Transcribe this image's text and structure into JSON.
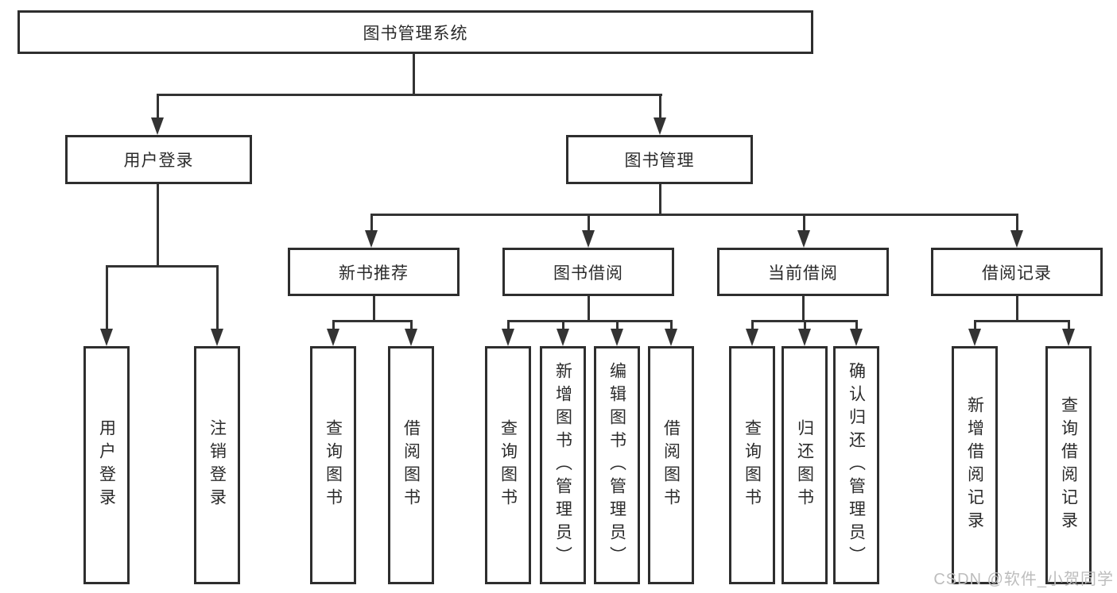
{
  "diagram": {
    "title": "图书管理系统",
    "type": "hierarchy-tree",
    "tree": {
      "label": "图书管理系统",
      "children": [
        {
          "label": "用户登录",
          "children": [
            {
              "label": "用户登录"
            },
            {
              "label": "注销登录"
            }
          ]
        },
        {
          "label": "图书管理",
          "children": [
            {
              "label": "新书推荐",
              "children": [
                {
                  "label": "查询图书"
                },
                {
                  "label": "借阅图书"
                }
              ]
            },
            {
              "label": "图书借阅",
              "children": [
                {
                  "label": "查询图书"
                },
                {
                  "label": "新增图书（管理员）"
                },
                {
                  "label": "编辑图书（管理员）"
                },
                {
                  "label": "借阅图书"
                }
              ]
            },
            {
              "label": "当前借阅",
              "children": [
                {
                  "label": "查询图书"
                },
                {
                  "label": "归还图书"
                },
                {
                  "label": "确认归还（管理员）"
                }
              ]
            },
            {
              "label": "借阅记录",
              "children": [
                {
                  "label": "新增借阅记录"
                },
                {
                  "label": "查询借阅记录"
                }
              ]
            }
          ]
        }
      ]
    },
    "colors": {
      "line": "#333333",
      "box_border": "#2e2e2e",
      "box_background": "#ffffff",
      "text": "#2b2b2b",
      "watermark": "#bdbdbd"
    }
  },
  "watermark": {
    "text": "CSDN @软件_小贺同学"
  }
}
